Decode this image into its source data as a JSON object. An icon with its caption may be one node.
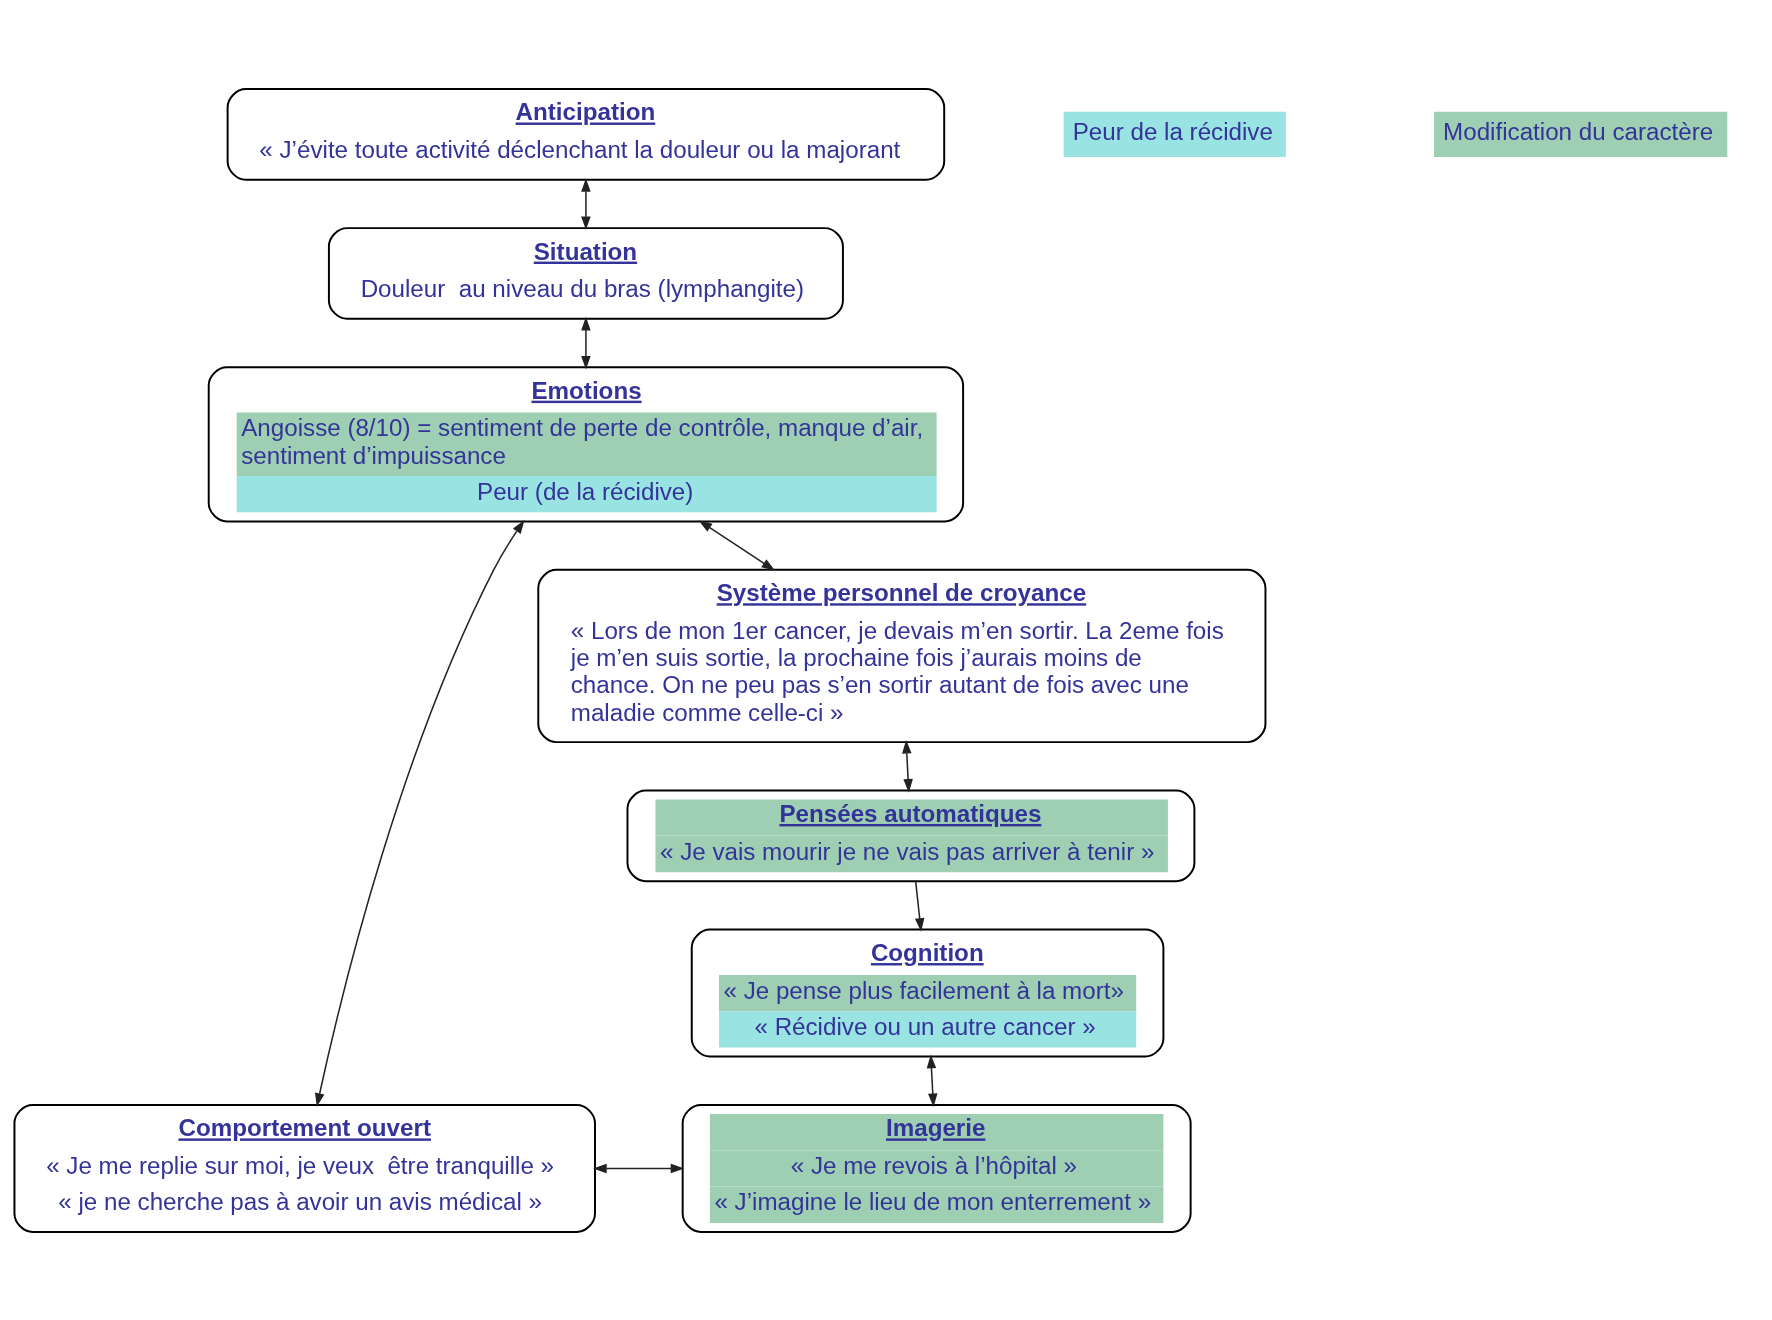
{
  "diagram": {
    "nodes": [
      {
        "text": [
          "Anticipation",
          "« J’évite toute activité déclenchant la douleur ou la majorant"
        ]
      },
      {
        "text": [
          "Situation",
          "Douleur  au niveau du bras (lymphangite)"
        ]
      },
      {
        "text": [
          "Emotions",
          "Angoisse (8/10) = sentiment de perte de contrôle, manque d’air, sentiment d’impuissance",
          "Peur (de la récidive)"
        ]
      },
      {
        "text": [
          "Système personnel de croyance",
          "« Lors de mon 1er cancer, je devais m’en sortir. La 2eme fois je m’en suis sortie, la prochaine fois j’aurais moins de chance. On ne peu pas s’en sortir autant de fois avec une maladie comme celle-ci »"
        ]
      },
      {
        "text": [
          "Pensées automatiques",
          "« Je vais mourir je ne vais pas arriver à tenir »"
        ]
      },
      {
        "text": [
          "Cognition",
          "« Je pense plus facilement à la mort»",
          "« Récidive ou un autre cancer »"
        ]
      },
      {
        "text": [
          "Comportement ouvert",
          "« Je me replie sur moi, je veux  être tranquille »",
          "« je ne cherche pas à avoir un avis médical »"
        ]
      },
      {
        "text": [
          "Imagerie",
          "« Je me revois à l’hôpital »",
          "« J’imagine le lieu de mon enterrement »"
        ]
      }
    ],
    "edges": [
      {
        "from": 0,
        "to": 1,
        "arrow": "both"
      },
      {
        "from": 1,
        "to": 2,
        "arrow": "both"
      },
      {
        "from": 2,
        "to": 3,
        "arrow": "both"
      },
      {
        "from": 2,
        "to": 6,
        "arrow": "both"
      },
      {
        "from": 3,
        "to": 4,
        "arrow": "both"
      },
      {
        "from": 4,
        "to": 5,
        "arrow": "to"
      },
      {
        "from": 5,
        "to": 7,
        "arrow": "both"
      },
      {
        "from": 6,
        "to": 7,
        "arrow": "both"
      }
    ],
    "legend": [
      {
        "text": "Peur de la récidive",
        "color": "#99e3e3"
      },
      {
        "text": "Modification du caractère",
        "color": "#9fcfb3"
      }
    ]
  }
}
